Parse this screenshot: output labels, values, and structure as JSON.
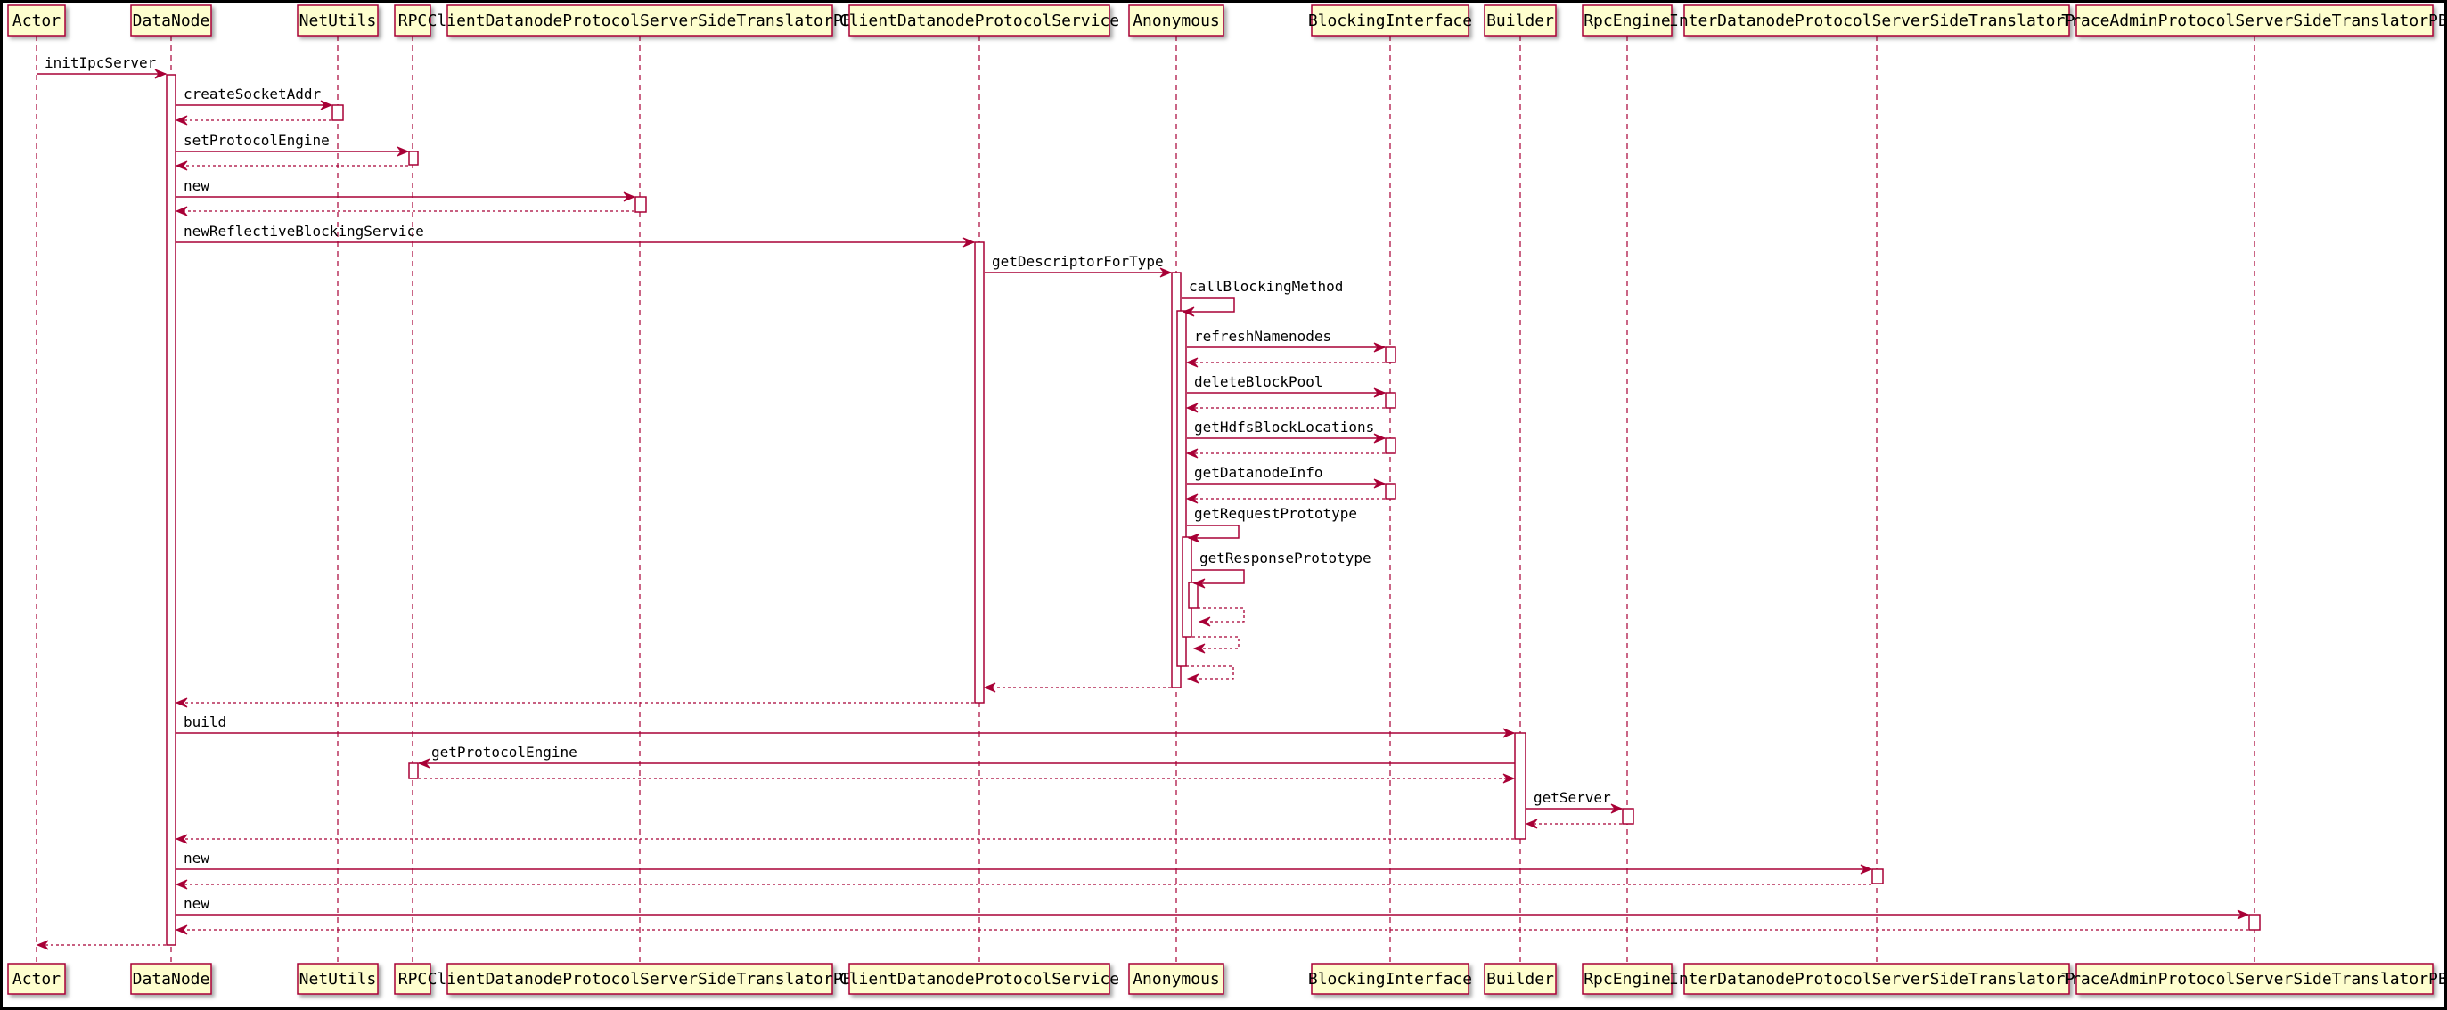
{
  "diagram": {
    "participants": [
      {
        "id": "actor",
        "label": "Actor"
      },
      {
        "id": "datanode",
        "label": "DataNode"
      },
      {
        "id": "netutils",
        "label": "NetUtils"
      },
      {
        "id": "rpc",
        "label": "RPC"
      },
      {
        "id": "cdpsstpb",
        "label": "ClientDatanodeProtocolServerSideTranslatorPB"
      },
      {
        "id": "cdps",
        "label": "ClientDatanodeProtocolService"
      },
      {
        "id": "anonymous",
        "label": "Anonymous"
      },
      {
        "id": "blocking",
        "label": "BlockingInterface"
      },
      {
        "id": "builder",
        "label": "Builder"
      },
      {
        "id": "rpcengine",
        "label": "RpcEngine"
      },
      {
        "id": "idpsstpb",
        "label": "InterDatanodeProtocolServerSideTranslatorPB"
      },
      {
        "id": "tapsstpb",
        "label": "TraceAdminProtocolServerSideTranslatorPB"
      }
    ],
    "messages": [
      {
        "label": "initIpcServer"
      },
      {
        "label": "createSocketAddr"
      },
      {
        "label": "setProtocolEngine"
      },
      {
        "label": "new"
      },
      {
        "label": "newReflectiveBlockingService"
      },
      {
        "label": "getDescriptorForType"
      },
      {
        "label": "callBlockingMethod"
      },
      {
        "label": "refreshNamenodes"
      },
      {
        "label": "deleteBlockPool"
      },
      {
        "label": "getHdfsBlockLocations"
      },
      {
        "label": "getDatanodeInfo"
      },
      {
        "label": "getRequestPrototype"
      },
      {
        "label": "getResponsePrototype"
      },
      {
        "label": "build"
      },
      {
        "label": "getProtocolEngine"
      },
      {
        "label": "getServer"
      },
      {
        "label": "new"
      },
      {
        "label": "new"
      }
    ],
    "colors": {
      "participant_fill": "#fefece",
      "participant_border": "#a80036",
      "lifeline": "#a80036",
      "arrow": "#a80036"
    }
  }
}
